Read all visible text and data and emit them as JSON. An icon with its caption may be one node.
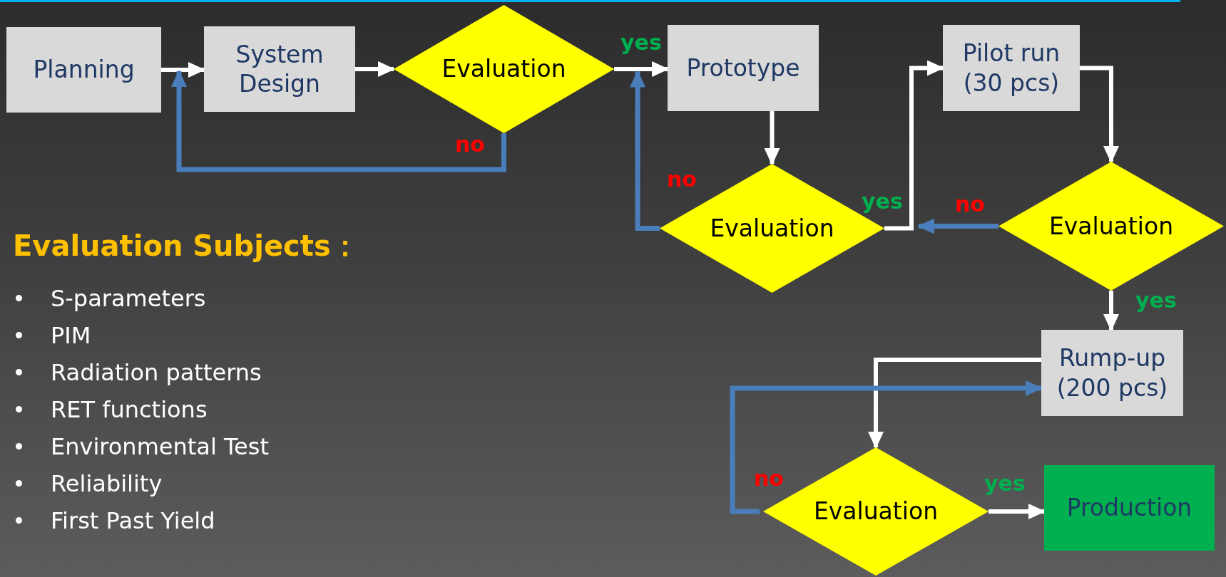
{
  "diagram": {
    "nodes": [
      {
        "text": [
          "Planning"
        ]
      },
      {
        "text": [
          "System Design"
        ]
      },
      {
        "text": [
          "Evaluation"
        ]
      },
      {
        "text": [
          "Prototype"
        ]
      },
      {
        "text": [
          "Evaluation"
        ]
      },
      {
        "text": [
          "Pilot run (30 pcs)"
        ]
      },
      {
        "text": [
          "Evaluation"
        ]
      },
      {
        "text": [
          "Rump-up (200 pcs)"
        ]
      },
      {
        "text": [
          "Evaluation"
        ]
      },
      {
        "text": [
          "Production"
        ]
      }
    ],
    "edges": [
      {
        "from": 0,
        "to": 1,
        "arrow": "to"
      },
      {
        "from": 1,
        "to": 2,
        "arrow": "to"
      },
      {
        "from": 2,
        "to": 3,
        "arrow": "to",
        "label": "yes"
      },
      {
        "from": 2,
        "to": 1,
        "arrow": "to",
        "label": "no",
        "color": "#4a7ebb"
      },
      {
        "from": 3,
        "to": 4,
        "arrow": "to"
      },
      {
        "from": 4,
        "to": 3,
        "arrow": "to",
        "label": "no",
        "color": "#4a7ebb"
      },
      {
        "from": 4,
        "to": 5,
        "arrow": "to",
        "label": "yes"
      },
      {
        "from": 5,
        "to": 6,
        "arrow": "to"
      },
      {
        "from": 6,
        "to": 4,
        "arrow": "to",
        "label": "no",
        "color": "#4a7ebb"
      },
      {
        "from": 6,
        "to": 7,
        "arrow": "to",
        "label": "yes"
      },
      {
        "from": 7,
        "to": 8,
        "arrow": "to"
      },
      {
        "from": 8,
        "to": 7,
        "arrow": "to",
        "label": "no",
        "color": "#4a7ebb"
      },
      {
        "from": 8,
        "to": 9,
        "arrow": "to",
        "label": "yes"
      }
    ],
    "labels": [
      "Evaluation Subjects：",
      "S-parameters",
      "PIM",
      "Radiation patterns",
      "RET functions",
      "Environmental Test",
      "Reliability",
      "First Past Yield"
    ]
  }
}
